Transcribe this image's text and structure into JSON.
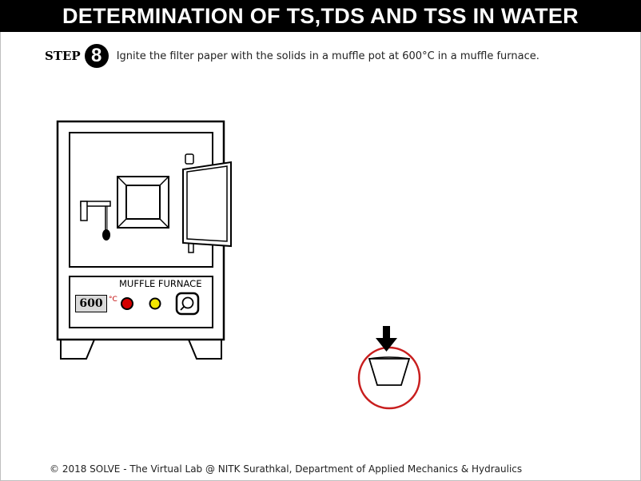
{
  "header": {
    "title": "DETERMINATION OF TS,TDS AND TSS IN WATER"
  },
  "step": {
    "label": "STEP",
    "number": "8",
    "instruction": "Ignite the filter paper with the solids in a muffle pot at 600°C in a muffle furnace."
  },
  "furnace": {
    "label": "MUFFLE FURNACE",
    "temperature": "600",
    "unit": "°C"
  },
  "colors": {
    "title_bg": "#000000",
    "red_light": "#d40000",
    "yellow_light": "#f2e600",
    "highlight_circle": "#c81e1e"
  },
  "footer": {
    "text": "© 2018 SOLVE - The Virtual Lab @ NITK Surathkal, Department of Applied Mechanics & Hydraulics"
  }
}
